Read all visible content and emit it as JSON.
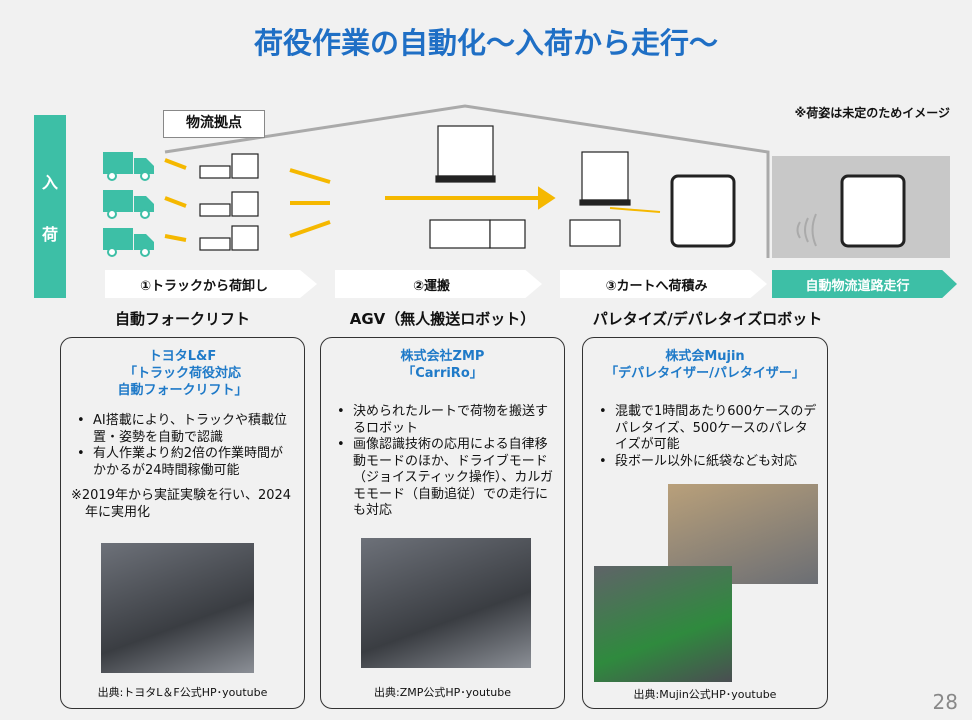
{
  "title": "荷役作業の自動化～入荷から走行～",
  "note": "※荷姿は未定のためイメージ",
  "inbound": [
    "入",
    "荷"
  ],
  "hub_label": "物流拠点",
  "steps": [
    "①トラックから荷卸し",
    "②運搬",
    "③カートへ荷積み",
    "自動物流道路走行"
  ],
  "colors": {
    "accent": "#1f6fc5",
    "teal": "#3dbfa6",
    "arrow": "#f5b800"
  },
  "headers": [
    "自動フォークリフト",
    "AGV（無人搬送ロボット）",
    "パレタイズ/デパレタイズロボット"
  ],
  "cards": [
    {
      "title": [
        "トヨタL&F",
        "「トラック荷役対応",
        "自動フォークリフト」"
      ],
      "bullets": [
        "AI搭載により、トラックや積載位置・姿勢を自動で認識",
        "有人作業より約2倍の作業時間がかかるが24時間稼働可能"
      ],
      "remark": "※2019年から実証実験を行い、2024年に実用化",
      "source": "出典:トヨタL＆F公式HP･youtube"
    },
    {
      "title": [
        "株式会社ZMP",
        "「CarriRo」"
      ],
      "bullets": [
        "決められたルートで荷物を搬送するロボット",
        "画像認識技術の応用による自律移動モードのほか、ドライブモード（ジョイスティック操作）、カルガモモード（自動追従）での走行にも対応"
      ],
      "source": "出典:ZMP公式HP･youtube"
    },
    {
      "title": [
        "株式会Mujin",
        "「デパレタイザー/パレタイザー」"
      ],
      "bullets": [
        "混載で1時間あたり600ケースのデパレタイズ、500ケースのパレタイズが可能",
        "段ボール以外に紙袋なども対応"
      ],
      "source": "出典:Mujin公式HP･youtube"
    }
  ],
  "page_number": "28"
}
